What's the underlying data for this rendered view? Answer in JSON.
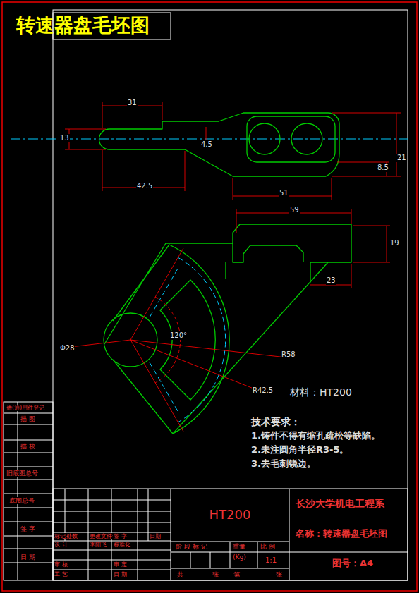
{
  "diagram": {
    "title": "转速器盘毛坯图",
    "labels": [
      "31",
      "13",
      "4.5",
      "42.5",
      "51",
      "8.5",
      "21",
      "59",
      "19",
      "23",
      "Φ28",
      "120°",
      "R58",
      "R42.5",
      "材料：HT200",
      "技术要求：",
      "1.铸件不得有缩孔疏松等缺陷。",
      "2.未注圆角半径R3-5。",
      "3.去毛刺锐边。",
      "HT200",
      "长沙大学机电工程系",
      "名称：转速器盘毛坯图",
      "图号：A4",
      "借(通)用件登记",
      "描 图",
      "描 校",
      "旧底图总号",
      "底图总号",
      "签 字",
      "日 期",
      "标记",
      "处数",
      "更改文件号",
      "签 字",
      "日期",
      "设 计",
      "李阳飞",
      "标准化",
      "审 核",
      "审 定",
      "工 艺",
      "日 期",
      "阶 段 标 记",
      "重量",
      "(Kg)",
      "比 例",
      "1:1",
      "共",
      "张",
      "第",
      "张"
    ]
  }
}
